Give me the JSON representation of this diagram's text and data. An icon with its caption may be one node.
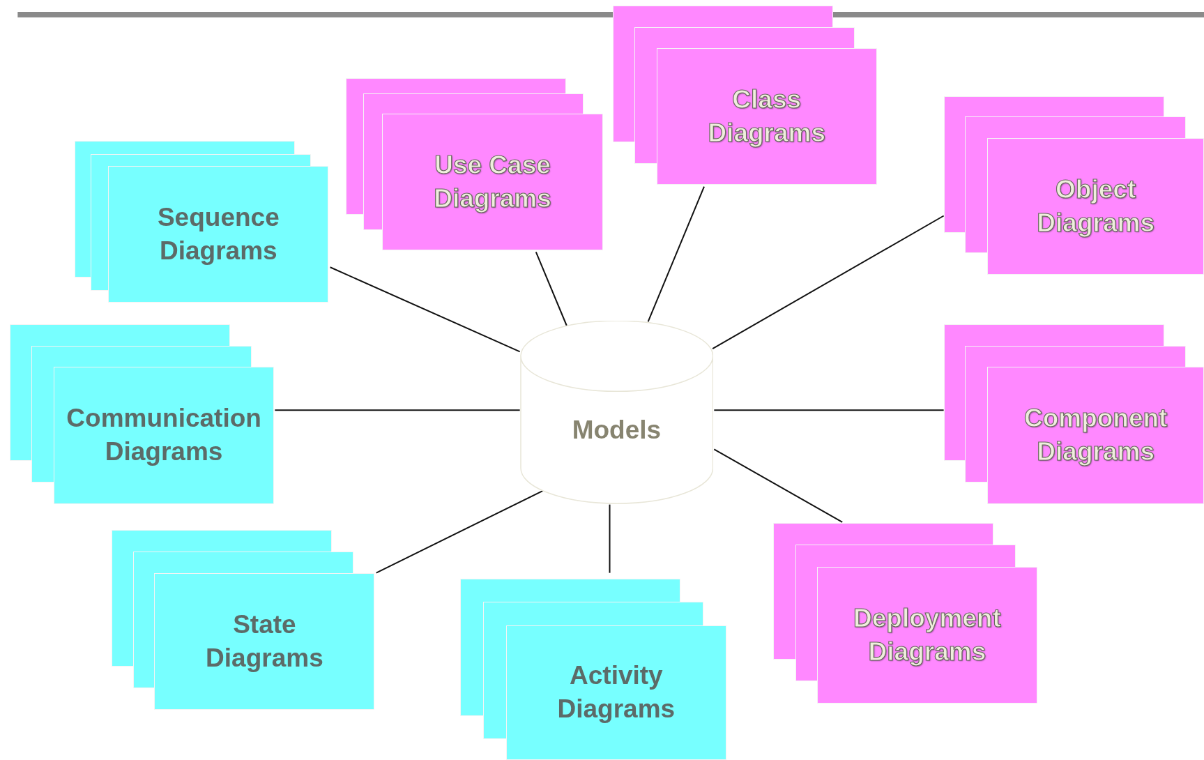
{
  "diagram": {
    "nodes": [
      {
        "text": [
          "Models"
        ]
      },
      {
        "text": [
          "Sequence Diagrams"
        ]
      },
      {
        "text": [
          "Use Case Diagrams"
        ]
      },
      {
        "text": [
          "Class Diagrams"
        ]
      },
      {
        "text": [
          "Object Diagrams"
        ]
      },
      {
        "text": [
          "Communication Diagrams"
        ]
      },
      {
        "text": [
          "Component Diagrams"
        ]
      },
      {
        "text": [
          "State Diagrams"
        ]
      },
      {
        "text": [
          "Activity Diagrams"
        ]
      },
      {
        "text": [
          "Deployment Diagrams"
        ]
      }
    ],
    "edges": [
      {
        "from": 0,
        "to": 1,
        "arrow": "none"
      },
      {
        "from": 0,
        "to": 2,
        "arrow": "none"
      },
      {
        "from": 0,
        "to": 3,
        "arrow": "none"
      },
      {
        "from": 0,
        "to": 4,
        "arrow": "none"
      },
      {
        "from": 0,
        "to": 5,
        "arrow": "none"
      },
      {
        "from": 0,
        "to": 6,
        "arrow": "none"
      },
      {
        "from": 0,
        "to": 7,
        "arrow": "none"
      },
      {
        "from": 0,
        "to": 8,
        "arrow": "none"
      },
      {
        "from": 0,
        "to": 9,
        "arrow": "none"
      }
    ]
  }
}
